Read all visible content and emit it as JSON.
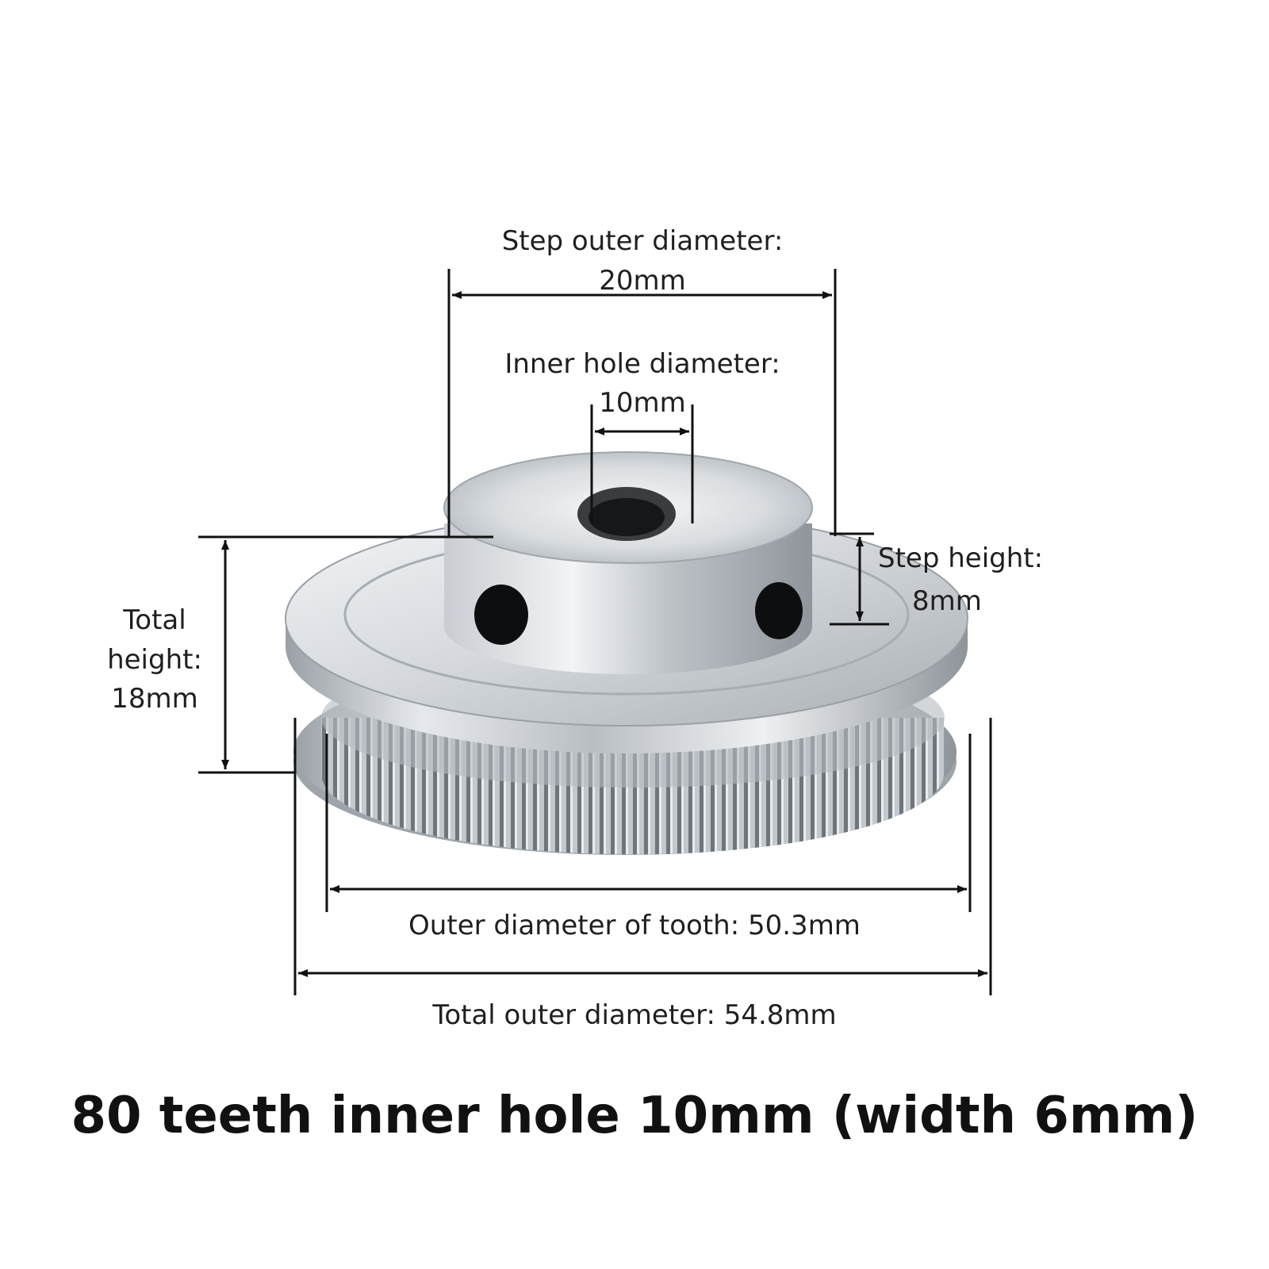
{
  "title": "80 teeth inner hole 10mm (width 6mm)",
  "dimensions": {
    "step_outer": {
      "label": "Step outer diameter:",
      "value": "20mm"
    },
    "inner_hole": {
      "label": "Inner hole diameter:",
      "value": "10mm"
    },
    "step_height": {
      "label": "Step height:",
      "value": "8mm"
    },
    "total_height": {
      "line1": "Total",
      "line2": "height:",
      "value": "18mm"
    },
    "tooth_outer": {
      "label": "Outer diameter of tooth: 50.3mm"
    },
    "total_outer": {
      "label": "Total outer diameter: 54.8mm"
    }
  }
}
